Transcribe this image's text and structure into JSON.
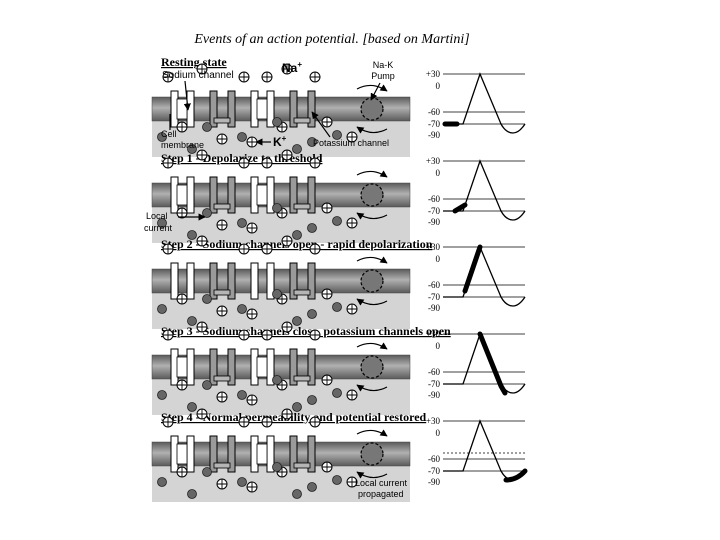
{
  "title": "Events of an action potential. [based on Martini]",
  "stages": [
    {
      "heading": "Resting state"
    },
    {
      "heading": "Step 1 - Depolarize to threshold"
    },
    {
      "heading": "Step 2 - Sodium channels open - rapid depolarization"
    },
    {
      "heading": "Step 3 - Sodium channels close, potassium channels open"
    },
    {
      "heading": "Step 4 - Normal permeability and potential restored"
    }
  ],
  "labels": {
    "sodium_channel": "Sodium channel",
    "na_ion": "Na",
    "na_pump_line1": "Na-K",
    "na_pump_line2": "Pump",
    "cell_line1": "Cell",
    "cell_line2": "membrane",
    "k_ion": "K",
    "ion_charge": "+",
    "potassium_channel": "Potassium channel",
    "local_line1": "Local",
    "local_line2": "current",
    "propagated_line1": "Local current",
    "propagated_line2": "propagated"
  },
  "graph_ticks": [
    "+30",
    "0",
    "-60",
    "-70",
    "-90"
  ],
  "colors": {
    "membrane": "#8a8a8a",
    "inside_fill": "#d4d4d4",
    "ion_fill": "#666666",
    "trace": "#000000"
  }
}
